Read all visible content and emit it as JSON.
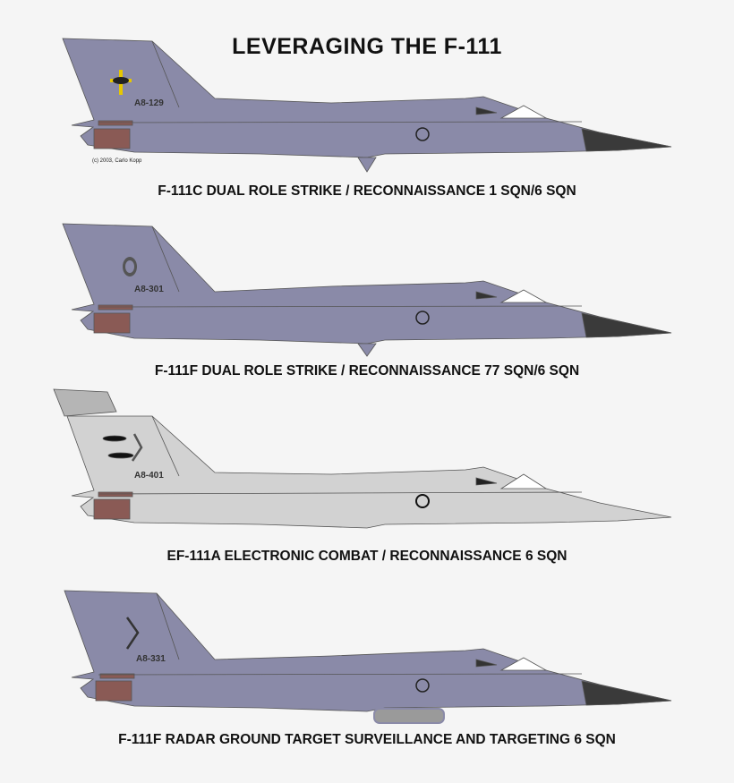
{
  "title": "LEVERAGING THE F-111",
  "copyright": "(c) 2003, Carlo Kopp",
  "colors": {
    "grey_scheme": "#8a8aa8",
    "light_scheme": "#d2d2d2",
    "nose_radome": "#3a3a3a",
    "exhaust": "#8a5a55",
    "background": "#f5f5f5"
  },
  "aircraft": [
    {
      "tail_number": "A8-129",
      "tail_emblem": "yellow-cross-eagle-emblem",
      "caption": "F-111C DUAL ROLE STRIKE / RECONNAISSANCE  1 SQN/6 SQN",
      "scheme": "grey"
    },
    {
      "tail_number": "A8-301",
      "tail_emblem": "lion-head-emblem",
      "caption": "F-111F DUAL ROLE STRIKE / RECONNAISSANCE  77 SQN/6 SQN",
      "scheme": "grey"
    },
    {
      "tail_number": "A8-401",
      "tail_emblem": "boomerang-emblem",
      "caption": "EF-111A ELECTRONIC COMBAT / RECONNAISSANCE  6 SQN",
      "scheme": "light"
    },
    {
      "tail_number": "A8-331",
      "tail_emblem": "boomerang-emblem",
      "caption": "F-111F RADAR GROUND TARGET SURVEILLANCE AND TARGETING  6 SQN",
      "scheme": "grey"
    }
  ]
}
